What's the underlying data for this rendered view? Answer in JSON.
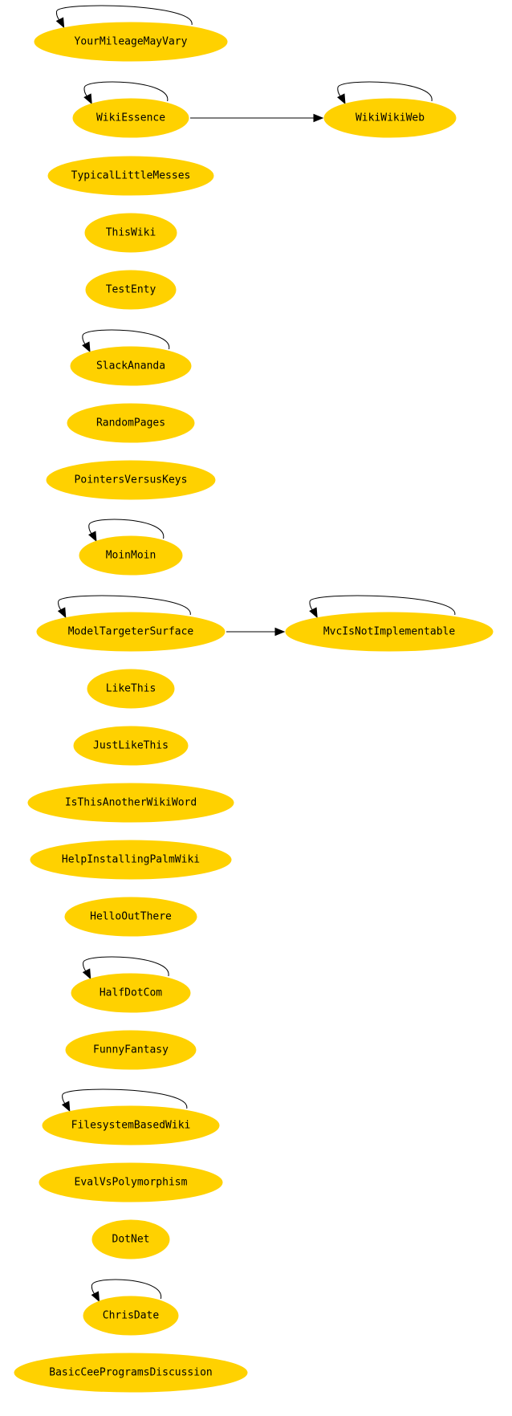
{
  "diagram": {
    "type": "directed-graph",
    "node_color": "#FFD100",
    "edge_color": "#000000",
    "nodes": [
      {
        "id": "YourMileageMayVary",
        "label": "YourMileageMayVary"
      },
      {
        "id": "WikiEssence",
        "label": "WikiEssence"
      },
      {
        "id": "WikiWikiWeb",
        "label": "WikiWikiWeb"
      },
      {
        "id": "TypicalLittleMesses",
        "label": "TypicalLittleMesses"
      },
      {
        "id": "ThisWiki",
        "label": "ThisWiki"
      },
      {
        "id": "TestEnty",
        "label": "TestEnty"
      },
      {
        "id": "SlackAnanda",
        "label": "SlackAnanda"
      },
      {
        "id": "RandomPages",
        "label": "RandomPages"
      },
      {
        "id": "PointersVersusKeys",
        "label": "PointersVersusKeys"
      },
      {
        "id": "MoinMoin",
        "label": "MoinMoin"
      },
      {
        "id": "ModelTargeterSurface",
        "label": "ModelTargeterSurface"
      },
      {
        "id": "MvcIsNotImplementable",
        "label": "MvcIsNotImplementable"
      },
      {
        "id": "LikeThis",
        "label": "LikeThis"
      },
      {
        "id": "JustLikeThis",
        "label": "JustLikeThis"
      },
      {
        "id": "IsThisAnotherWikiWord",
        "label": "IsThisAnotherWikiWord"
      },
      {
        "id": "HelpInstallingPalmWiki",
        "label": "HelpInstallingPalmWiki"
      },
      {
        "id": "HelloOutThere",
        "label": "HelloOutThere"
      },
      {
        "id": "HalfDotCom",
        "label": "HalfDotCom"
      },
      {
        "id": "FunnyFantasy",
        "label": "FunnyFantasy"
      },
      {
        "id": "FilesystemBasedWiki",
        "label": "FilesystemBasedWiki"
      },
      {
        "id": "EvalVsPolymorphism",
        "label": "EvalVsPolymorphism"
      },
      {
        "id": "DotNet",
        "label": "DotNet"
      },
      {
        "id": "ChrisDate",
        "label": "ChrisDate"
      },
      {
        "id": "BasicCeeProgramsDiscussion",
        "label": "BasicCeeProgramsDiscussion"
      }
    ],
    "edges": [
      {
        "from": "YourMileageMayVary",
        "to": "YourMileageMayVary"
      },
      {
        "from": "WikiEssence",
        "to": "WikiEssence"
      },
      {
        "from": "WikiEssence",
        "to": "WikiWikiWeb"
      },
      {
        "from": "WikiWikiWeb",
        "to": "WikiWikiWeb"
      },
      {
        "from": "SlackAnanda",
        "to": "SlackAnanda"
      },
      {
        "from": "MoinMoin",
        "to": "MoinMoin"
      },
      {
        "from": "ModelTargeterSurface",
        "to": "ModelTargeterSurface"
      },
      {
        "from": "ModelTargeterSurface",
        "to": "MvcIsNotImplementable"
      },
      {
        "from": "MvcIsNotImplementable",
        "to": "MvcIsNotImplementable"
      },
      {
        "from": "HalfDotCom",
        "to": "HalfDotCom"
      },
      {
        "from": "FilesystemBasedWiki",
        "to": "FilesystemBasedWiki"
      },
      {
        "from": "ChrisDate",
        "to": "ChrisDate"
      }
    ]
  }
}
